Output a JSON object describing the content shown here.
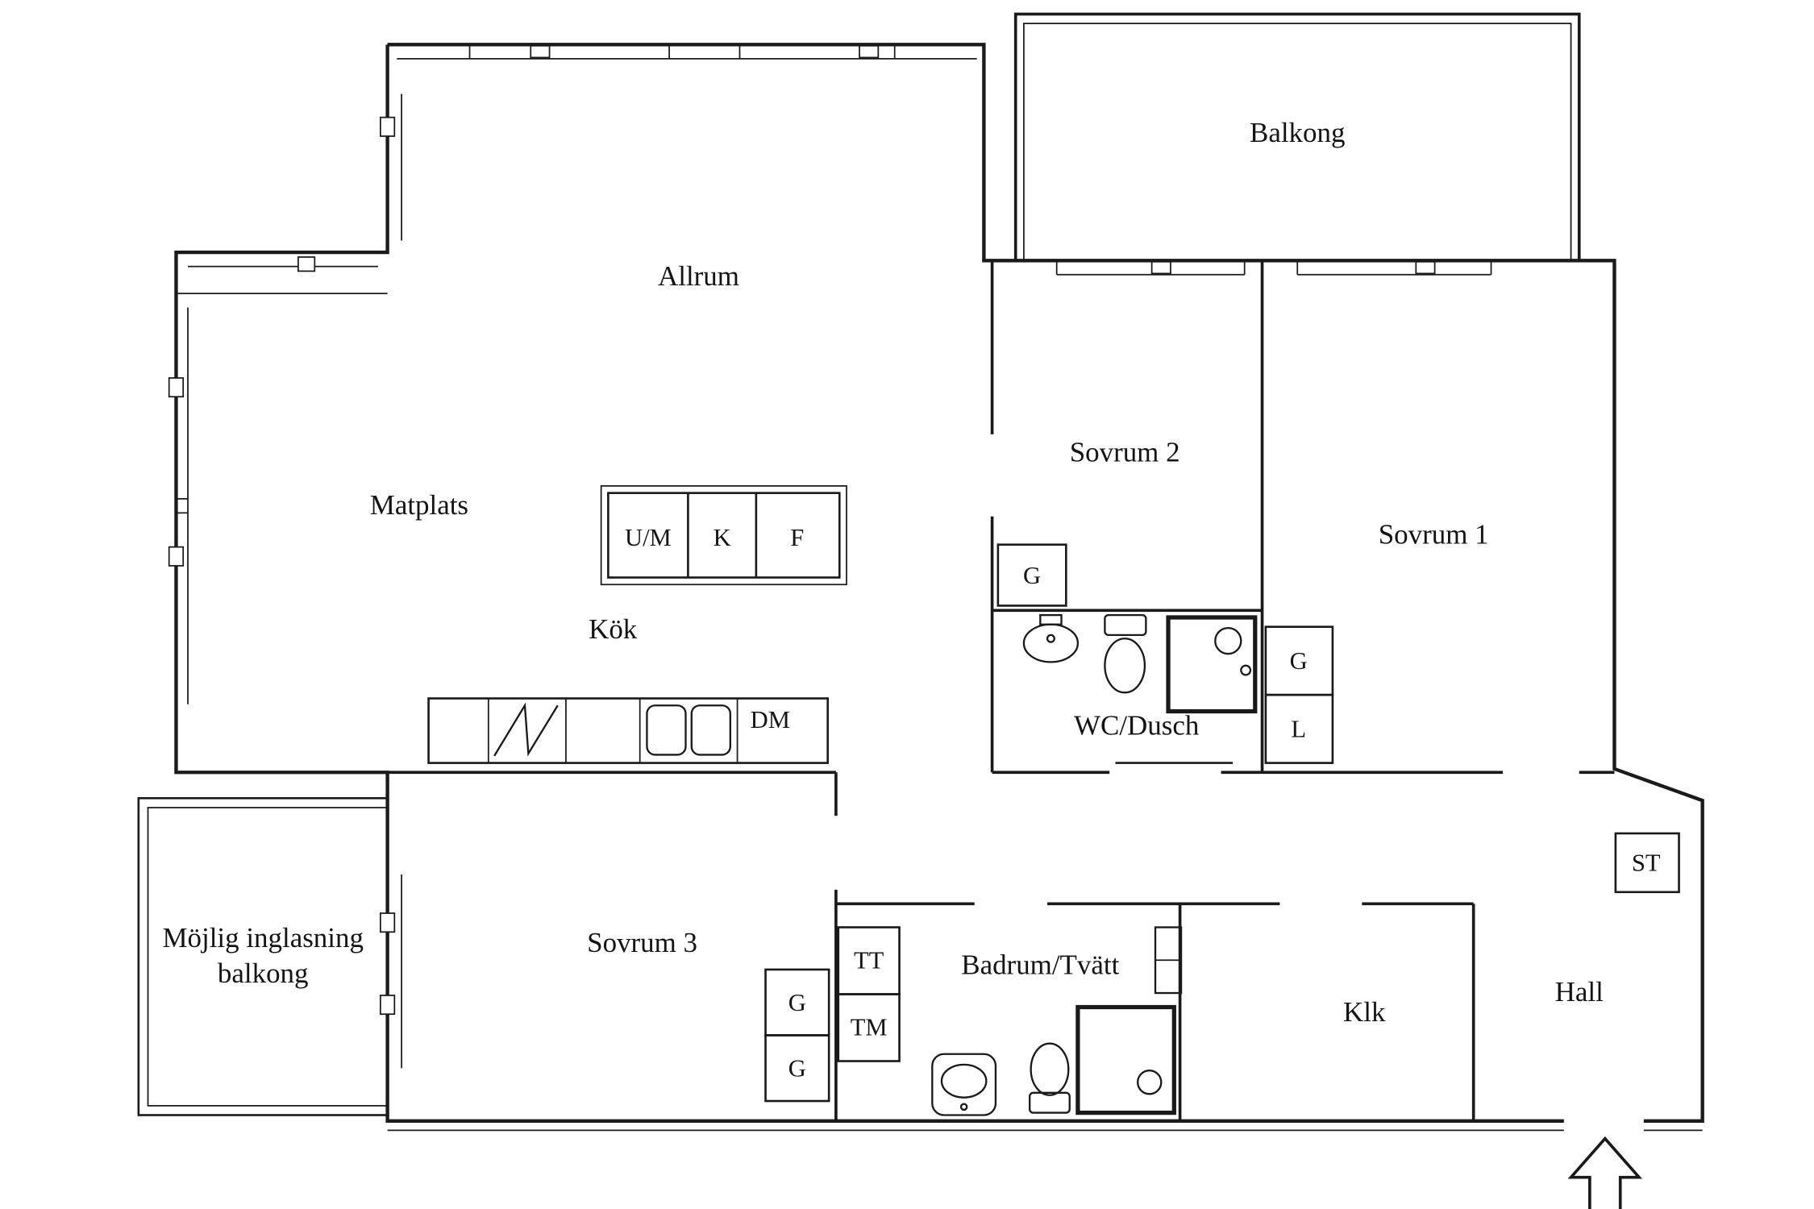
{
  "colors": {
    "wall": "#1a1a1a",
    "background": "#ffffff",
    "text": "#141414"
  },
  "rooms": {
    "balkong": "Balkong",
    "allrum": "Allrum",
    "matplats": "Matplats",
    "kok": "Kök",
    "sovrum1": "Sovrum 1",
    "sovrum2": "Sovrum 2",
    "sovrum3": "Sovrum 3",
    "wc_dusch": "WC/Dusch",
    "badrum_tvatt": "Badrum/Tvätt",
    "klk": "Klk",
    "hall": "Hall"
  },
  "annotations": {
    "mojlig_line1": "Möjlig inglasning",
    "mojlig_line2": "balkong"
  },
  "fixtures": {
    "um": "U/M",
    "k": "K",
    "f": "F",
    "dm": "DM",
    "g": "G",
    "l": "L",
    "tt": "TT",
    "tm": "TM",
    "st": "ST"
  }
}
